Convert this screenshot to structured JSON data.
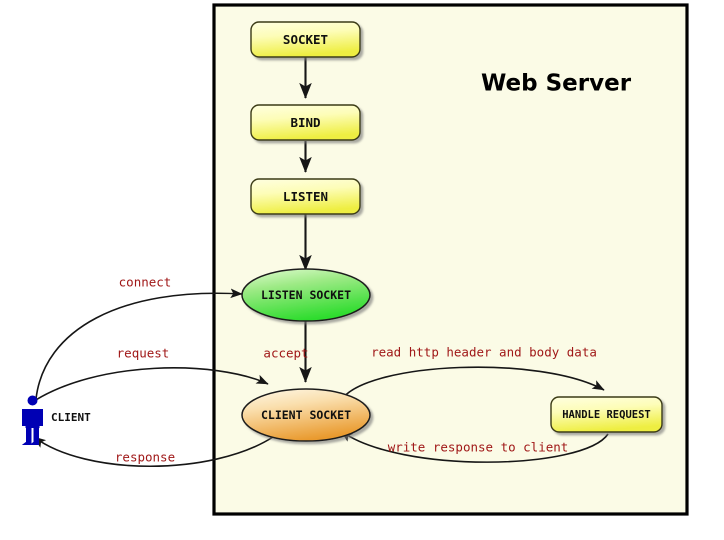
{
  "diagram": {
    "title": "Web Server",
    "background": "#ffffff",
    "panel_fill": "#fbfbe6",
    "panel_border": "#000000",
    "label_color": "#a01818",
    "nodes": {
      "socket": {
        "label": "SOCKET",
        "shape": "rounded-rect",
        "fill_top": "#fdfdc6",
        "fill_bottom": "#f0f046"
      },
      "bind": {
        "label": "BIND",
        "shape": "rounded-rect",
        "fill_top": "#fdfdc6",
        "fill_bottom": "#f0f046"
      },
      "listen": {
        "label": "LISTEN",
        "shape": "rounded-rect",
        "fill_top": "#fdfdc6",
        "fill_bottom": "#f0f046"
      },
      "listen_socket": {
        "label": "LISTEN SOCKET",
        "shape": "ellipse",
        "fill_top": "#ccf5b8",
        "fill_bottom": "#33de33"
      },
      "client_socket": {
        "label": "CLIENT SOCKET",
        "shape": "ellipse",
        "fill_top": "#fdf2d6",
        "fill_bottom": "#eb9f36"
      },
      "handle_request": {
        "label": "HANDLE REQUEST",
        "shape": "rounded-rect",
        "fill_top": "#fdfdc6",
        "fill_bottom": "#f0f046"
      },
      "client": {
        "label": "CLIENT",
        "shape": "actor",
        "color": "#0000b4"
      }
    },
    "edges": [
      {
        "name": "socket-to-bind",
        "label": ""
      },
      {
        "name": "bind-to-listen",
        "label": ""
      },
      {
        "name": "listen-to-listen-socket",
        "label": ""
      },
      {
        "name": "client-to-listen-socket",
        "label": "connect"
      },
      {
        "name": "listen-socket-to-client-socket",
        "label": "accept"
      },
      {
        "name": "client-to-client-socket",
        "label": "request"
      },
      {
        "name": "client-socket-to-handle-request",
        "label": "read http header and body data"
      },
      {
        "name": "handle-request-to-client-socket",
        "label": "write response to client"
      },
      {
        "name": "client-socket-to-client",
        "label": "response"
      }
    ]
  }
}
